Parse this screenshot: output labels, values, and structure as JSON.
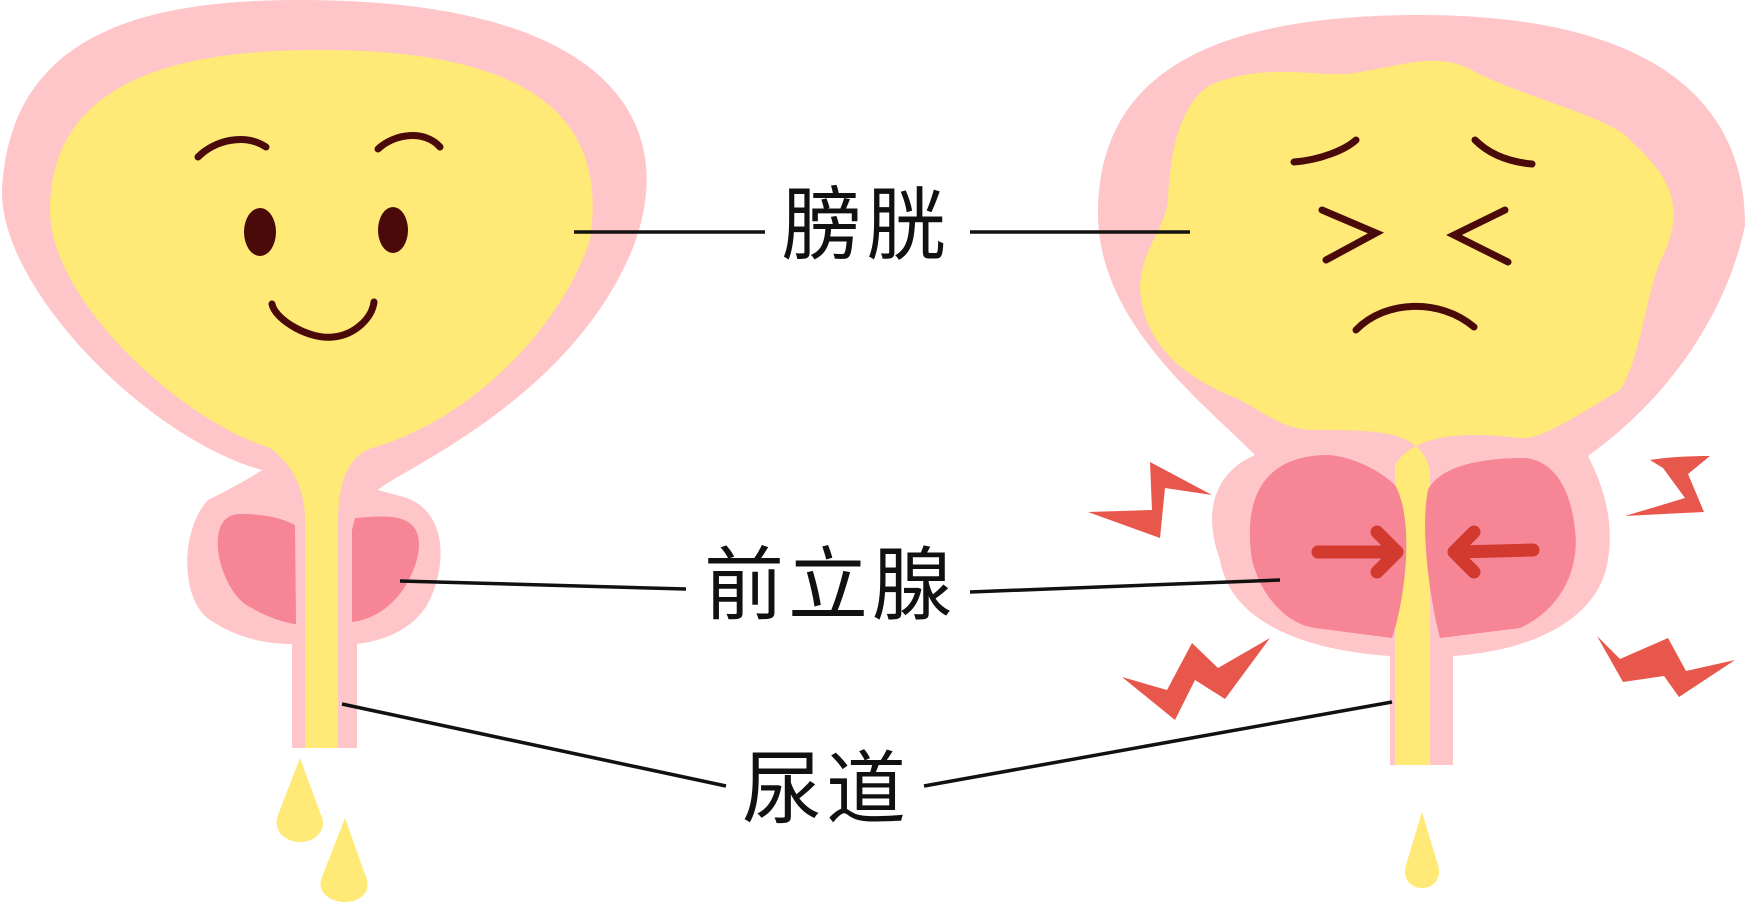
{
  "labels": {
    "bladder": "膀胱",
    "prostate": "前立腺",
    "urethra": "尿道"
  },
  "colors": {
    "bladder_wall": "#ffc6c9",
    "urine": "#ffe977",
    "prostate_inner": "#f68595",
    "face": "#4a0a0a",
    "arrow": "#d23a2f",
    "pain_mark": "#e8574b",
    "leader_line": "#111111"
  },
  "icons": {
    "healthy": "smiling-bladder-icon",
    "enlarged": "distressed-bladder-icon",
    "compression": "inward-arrow-icon",
    "pain": "pain-lightning-icon"
  }
}
